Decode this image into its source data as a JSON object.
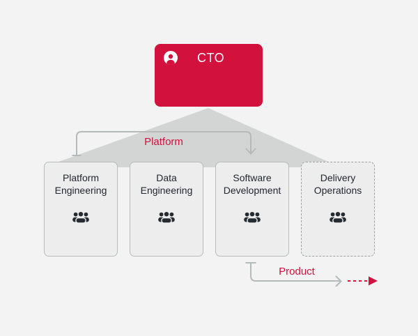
{
  "colors": {
    "background": "#f3f3f4",
    "accent_red": "#d2113c",
    "triangle_gray": "#d3d4d4",
    "connector_gray": "#b4b9b9",
    "node_fill": "#ededee",
    "node_border": "#b7bbbb",
    "dashed_node_border": "#9ba1a3",
    "node_text": "#22262e",
    "team_icon_color": "#262a31",
    "cto_text": "#ffffff"
  },
  "diagram": {
    "root": {
      "label": "CTO",
      "icon": "person-avatar-icon"
    },
    "departments": [
      {
        "label": "Platform Engineering",
        "icon": "team-icon",
        "border_style": "solid"
      },
      {
        "label": "Data Engineering",
        "icon": "team-icon",
        "border_style": "solid"
      },
      {
        "label": "Software Development",
        "icon": "team-icon",
        "border_style": "solid"
      },
      {
        "label": "Delivery Operations",
        "icon": "team-icon",
        "border_style": "dashed"
      }
    ],
    "flows": [
      {
        "label": "Platform",
        "style": "gray-elbow-arrow"
      },
      {
        "label": "Product",
        "style": "gray-elbow-arrow-with-red-dashed-continuation"
      }
    ]
  }
}
